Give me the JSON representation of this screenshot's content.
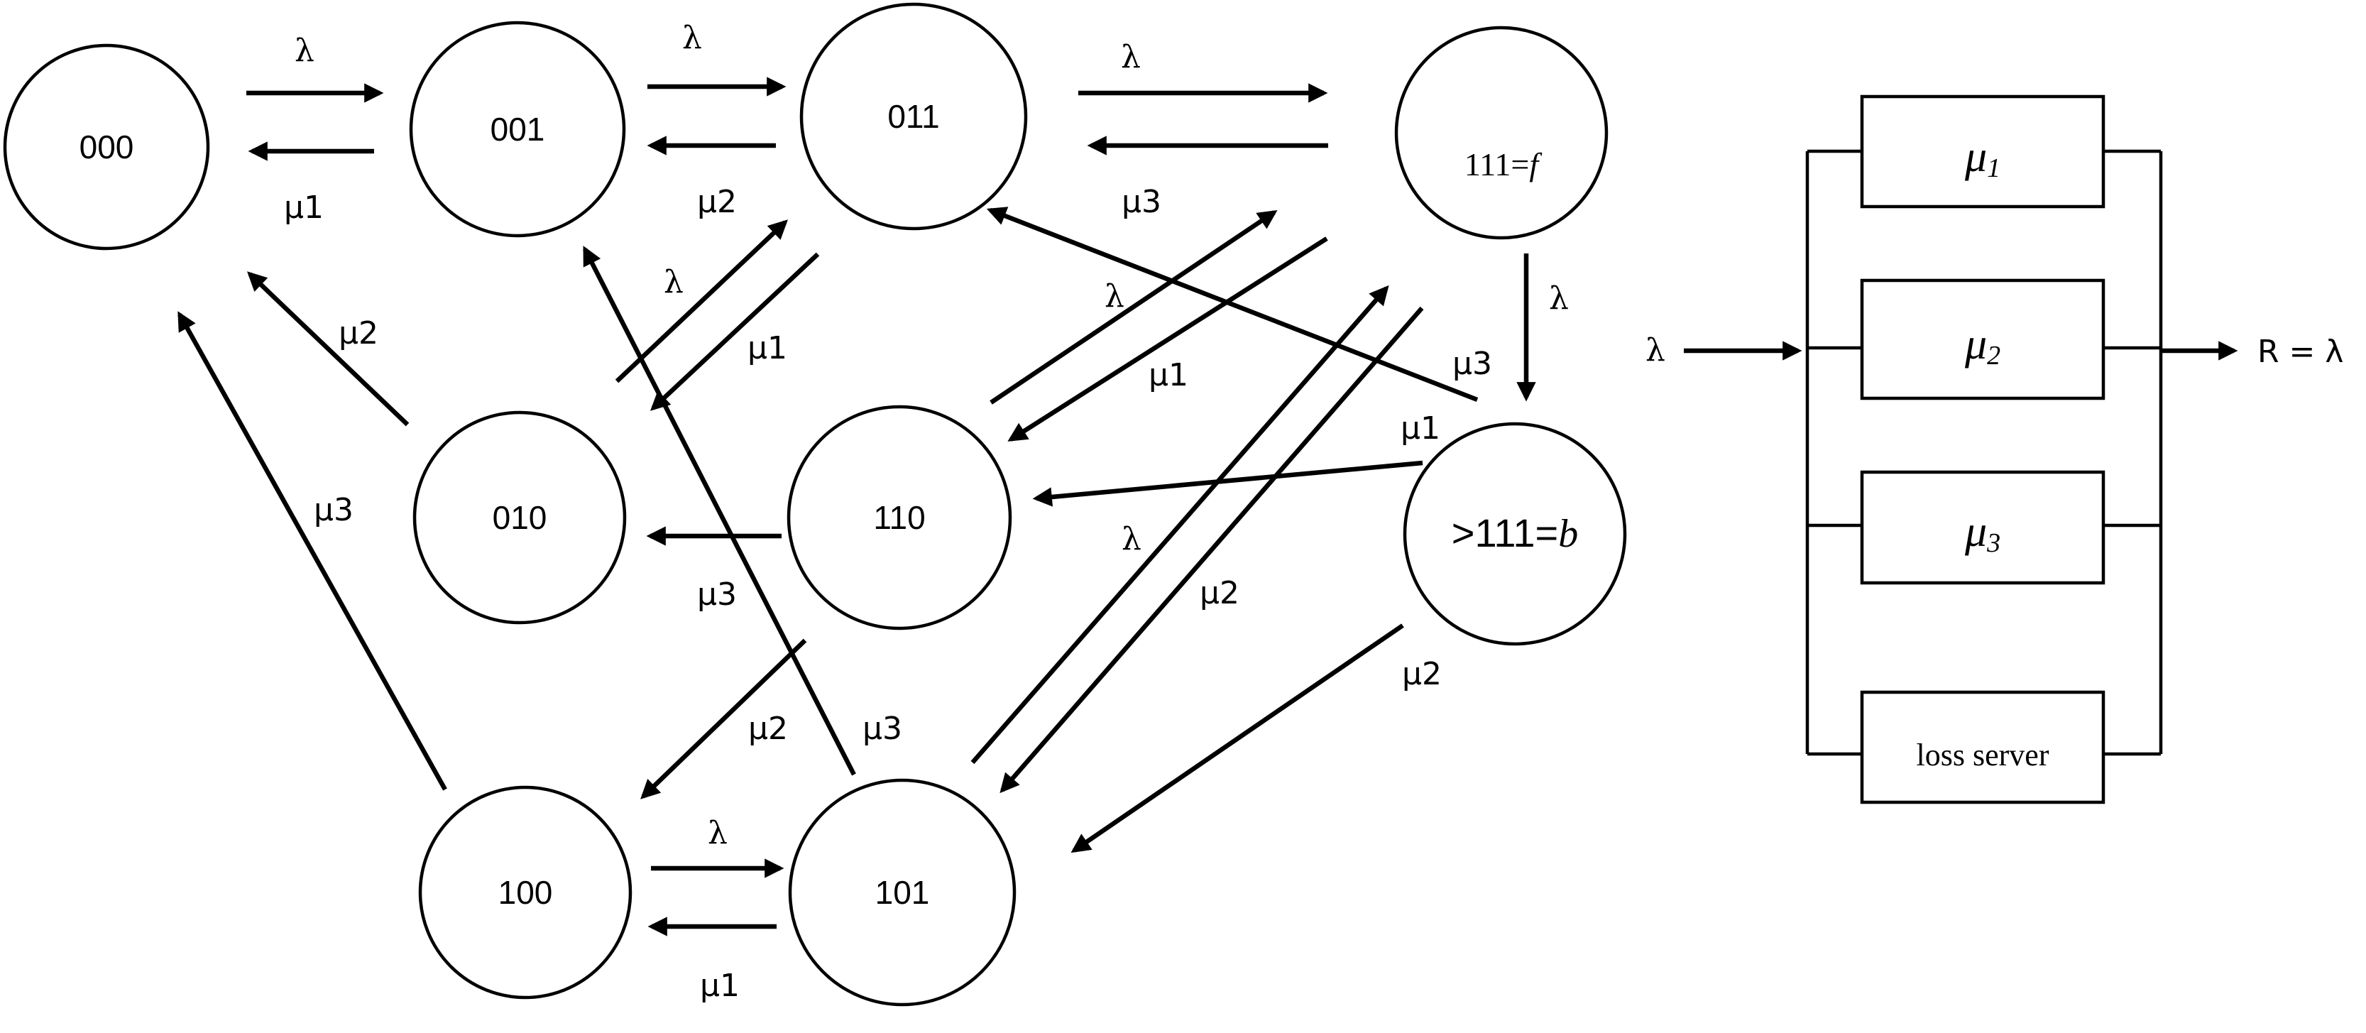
{
  "states": {
    "s000": "000",
    "s001": "001",
    "s011": "011",
    "s111": {
      "prefix": "111=",
      "symbol": "f"
    },
    "s010": "010",
    "s110": "110",
    "sb": {
      "prefix": ">111=",
      "symbol": "b"
    },
    "s100": "100",
    "s101": "101"
  },
  "rates": {
    "lambda": "λ",
    "mu1": "μ1",
    "mu2": "μ2",
    "mu3": "μ3"
  },
  "system": {
    "input": "λ",
    "output": "R = λ",
    "servers": [
      {
        "mu": "μ",
        "sub": "1"
      },
      {
        "mu": "μ",
        "sub": "2"
      },
      {
        "mu": "μ",
        "sub": "3"
      }
    ],
    "loss": "loss server"
  }
}
